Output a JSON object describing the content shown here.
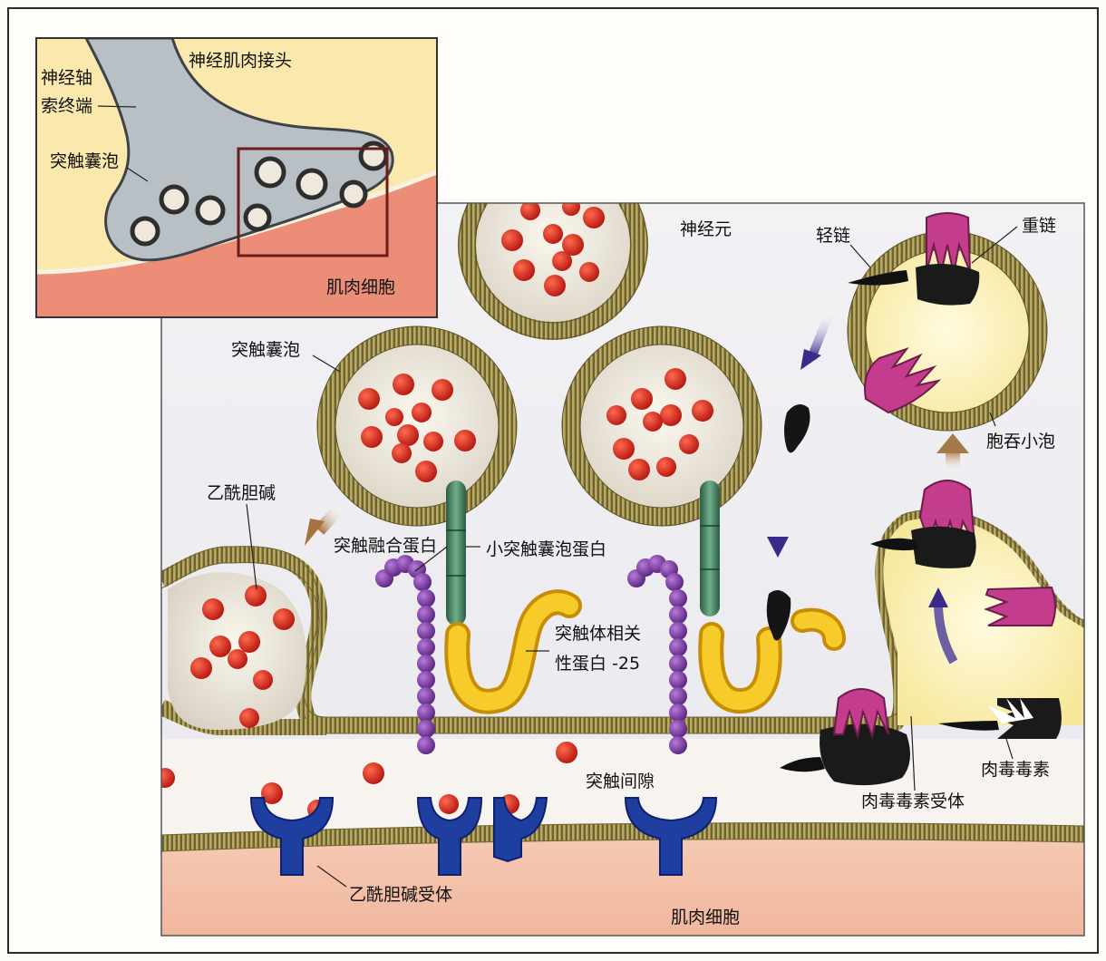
{
  "inset": {
    "title": "神经肌肉接头",
    "axon_terminal_line1": "神经轴",
    "axon_terminal_line2": "索终端",
    "vesicle": "突触囊泡",
    "muscle_cell": "肌肉细胞"
  },
  "main": {
    "neuron": "神经元",
    "synaptic_vesicle": "突触囊泡",
    "acetylcholine": "乙酰胆碱",
    "syntaxin": "突触融合蛋白",
    "synaptobrevin": "小突触囊泡蛋白",
    "snap25_line1": "突触体相关",
    "snap25_line2": "性蛋白 -25",
    "synaptic_cleft": "突触间隙",
    "ach_receptor": "乙酰胆碱受体",
    "muscle_cell": "肌肉细胞",
    "light_chain": "轻链",
    "heavy_chain": "重链",
    "endocytic_vesicle": "胞吞小泡",
    "botulinum_toxin": "肉毒毒素",
    "toxin_receptor": "肉毒毒素受体"
  },
  "colors": {
    "membrane": "#8b7d3a",
    "acetylcholine": "#d42a1e",
    "syntaxin": "#7a3fa0",
    "synaptobrevin": "#3f7a5a",
    "snap25": "#f5c21c",
    "receptor": "#1e3fa0",
    "toxin_heavy_chain": "#c43c8c",
    "toxin_light_chain": "#151515"
  }
}
